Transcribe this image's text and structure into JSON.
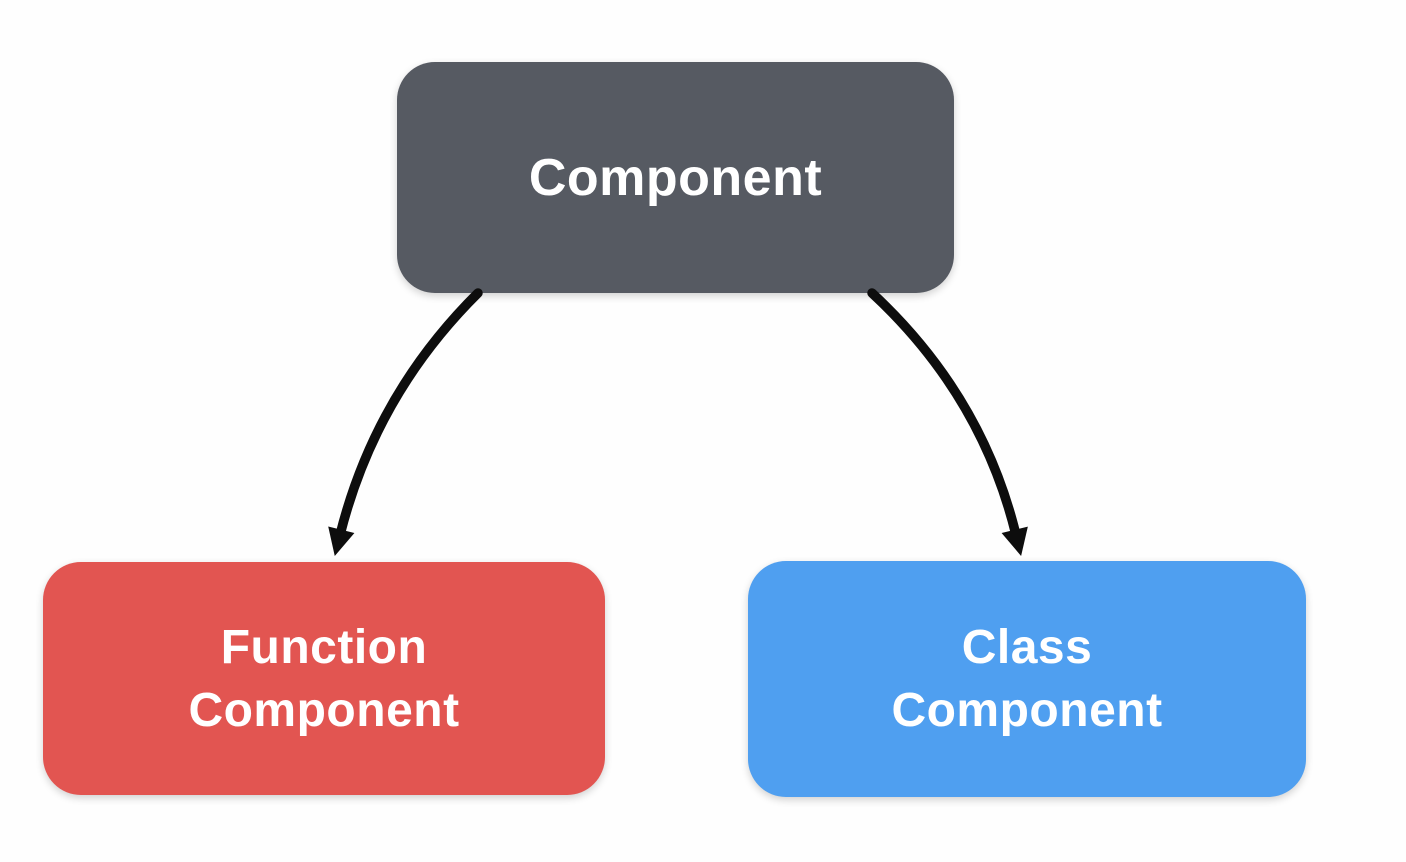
{
  "background_color": "#fefefe",
  "nodes": {
    "component": {
      "label": "Component",
      "color": "#565a62",
      "text_color": "#ffffff"
    },
    "function_component": {
      "line1": "Function",
      "line2": "Component",
      "color": "#e25551",
      "text_color": "#ffffff"
    },
    "class_component": {
      "line1": "Class",
      "line2": "Component",
      "color": "#4f9ff0",
      "text_color": "#ffffff"
    }
  },
  "edges": {
    "color": "#0d0d0d",
    "component_to_function": {
      "from": "Component",
      "to": "Function Component"
    },
    "component_to_class": {
      "from": "Component",
      "to": "Class Component"
    }
  }
}
